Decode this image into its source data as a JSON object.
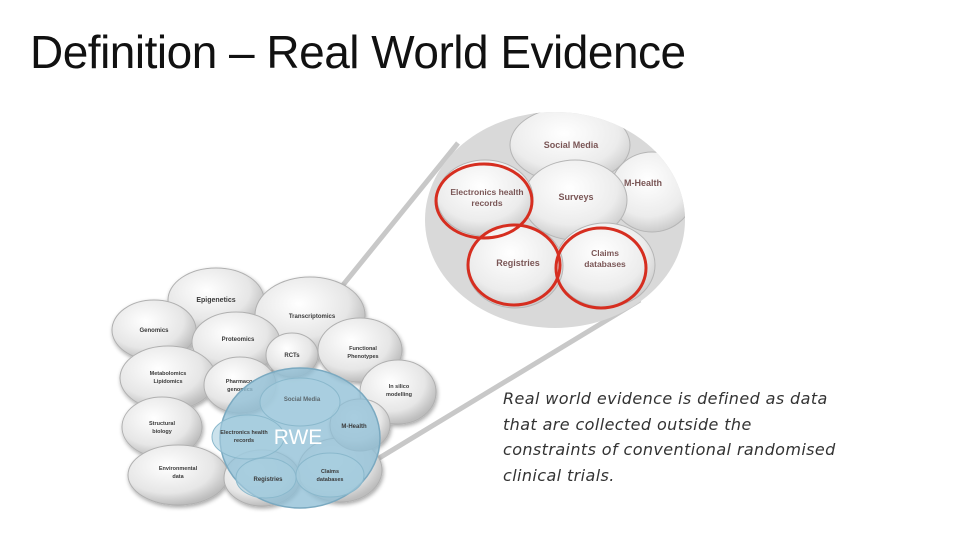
{
  "slide": {
    "title": "Definition – Real World Evidence",
    "definition_text": "Real world evidence is defined as data that are collected outside the constraints of conventional randomised clinical trials."
  },
  "diagram": {
    "overview_labels": {
      "epigenetics": "Epigenetics",
      "genomics": "Genomics",
      "transcriptomics": "Transcriptomics",
      "proteomics": "Proteomics",
      "rcts": "RCTs",
      "functional_phenotypes": "Functional Phenotypes",
      "metabolomics": "Metabolomics Lipidomics",
      "pharmacogenomics": "Pharmaco-genomics",
      "in_silico": "In silico modelling",
      "structural_biology": "Structural biology",
      "environmental_data": "Environmental data",
      "social_media": "Social Media",
      "ehr": "Electronics health records",
      "m_health": "M-Health",
      "registries": "Registries",
      "claims": "Claims databases"
    },
    "rwe_label": "RWE",
    "zoom_labels": {
      "social_media": "Social Media",
      "ehr": "Electronics health records",
      "surveys": "Surveys",
      "m_health": "M-Health",
      "registries": "Registries",
      "claims": "Claims databases"
    },
    "colors": {
      "rwe_fill": "#8fbfd6",
      "highlight_ring": "#d62e20",
      "bubble_fill": "#e6e6e6"
    }
  }
}
